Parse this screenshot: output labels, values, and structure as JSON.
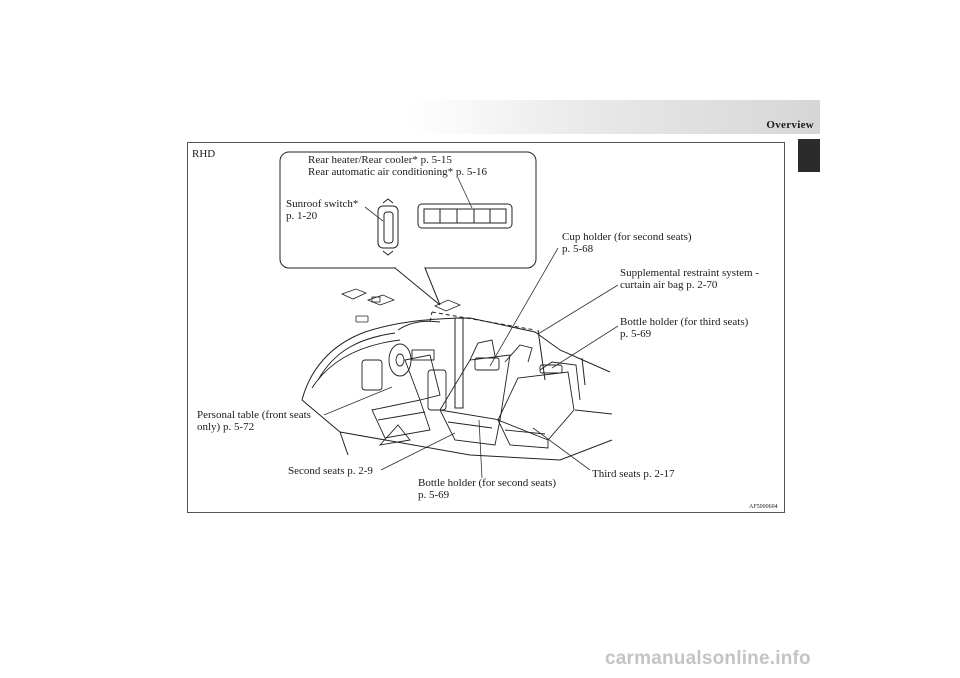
{
  "header": {
    "title": "Overview"
  },
  "figure": {
    "variant": "RHD",
    "code": "AF5000604",
    "callouts": {
      "rear_heater": [
        "Rear heater/Rear cooler* p. 5-15",
        "Rear automatic air conditioning* p. 5-16"
      ],
      "sunroof": [
        "Sunroof switch*",
        "p. 1-20"
      ],
      "cup_holder": [
        "Cup holder (for second seats)",
        "p. 5-68"
      ],
      "srs": [
        "Supplemental restraint system -",
        "curtain air bag p. 2-70"
      ],
      "bottle_third": [
        "Bottle holder (for third seats)",
        "p. 5-69"
      ],
      "personal_table": [
        "Personal table (front seats",
        "only) p. 5-72"
      ],
      "second_seats": "Second seats p. 2-9",
      "bottle_second": [
        "Bottle holder (for second seats)",
        "p. 5-69"
      ],
      "third_seats": "Third seats p. 2-17"
    }
  },
  "watermark": "carmanualsonline.info"
}
